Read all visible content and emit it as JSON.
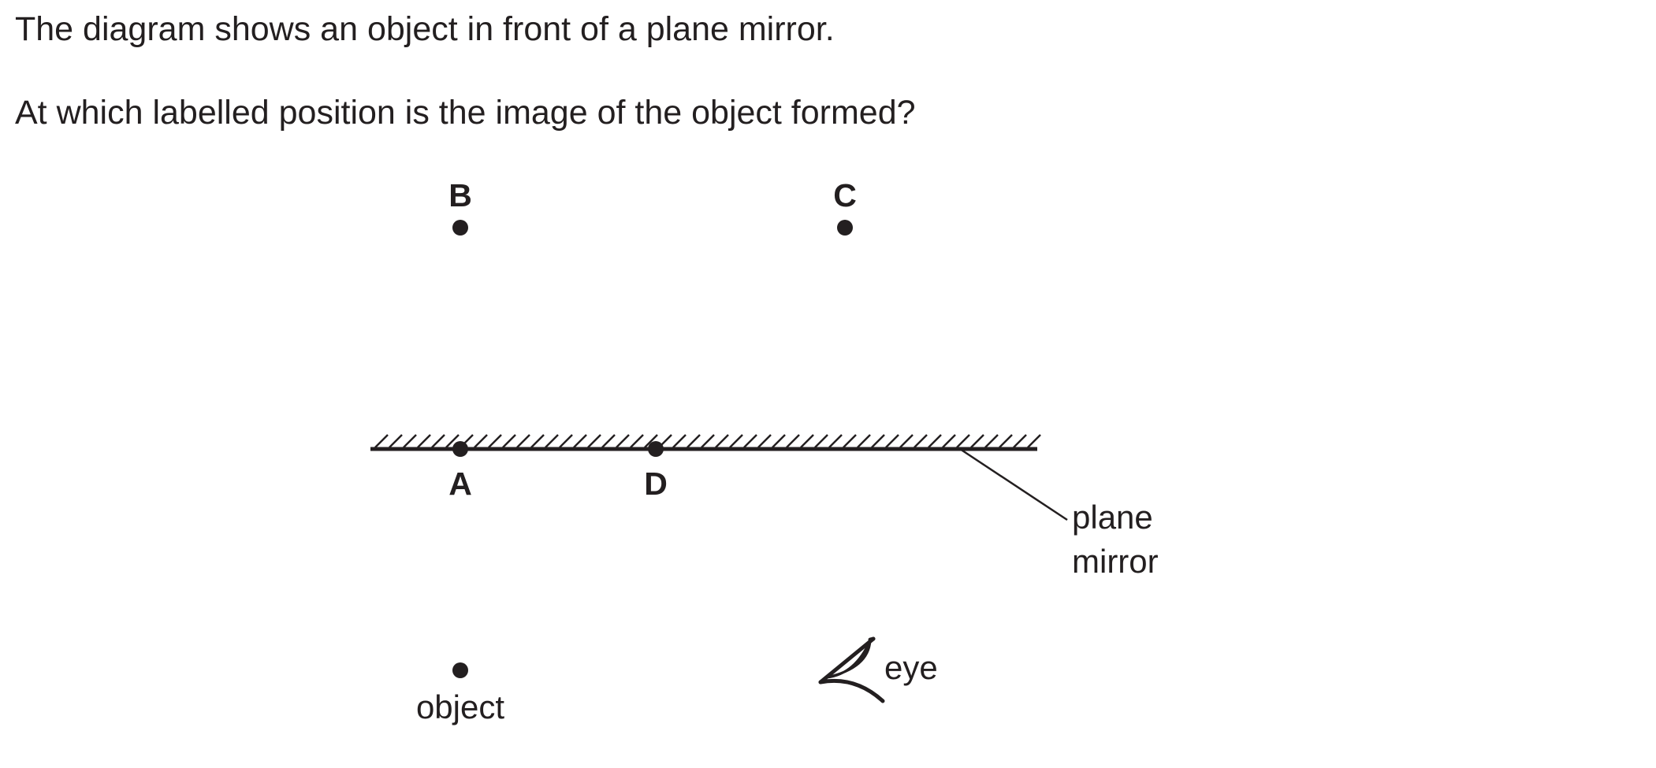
{
  "question": {
    "line1": "The diagram shows an object in front of a plane mirror.",
    "line2": "At which labelled position is the image of the object formed?"
  },
  "diagram": {
    "points": {
      "A": "A",
      "B": "B",
      "C": "C",
      "D": "D"
    },
    "mirror_label_line1": "plane",
    "mirror_label_line2": "mirror",
    "object_label": "object",
    "eye_label": "eye",
    "colors": {
      "ink": "#231f20",
      "background": "#ffffff"
    }
  }
}
